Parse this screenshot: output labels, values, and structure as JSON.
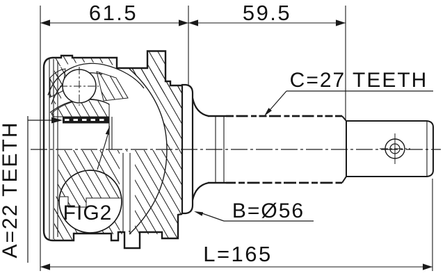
{
  "meta": {
    "description": "CV joint outer constant-velocity joint technical drawing, sectioned housing with ball bearing on left, splined output shaft on right",
    "background_color": "#ffffff",
    "line_color": "#1a1a1a"
  },
  "dimensions": {
    "housing_length": "61.5",
    "shaft_length": "59.5",
    "overall_length": "L=165",
    "housing_diameter": "B=Ø56"
  },
  "splines": {
    "inner": "A=22 TEETH",
    "outer": "C=27 TEETH"
  },
  "figure": {
    "reference": "FIG2"
  }
}
